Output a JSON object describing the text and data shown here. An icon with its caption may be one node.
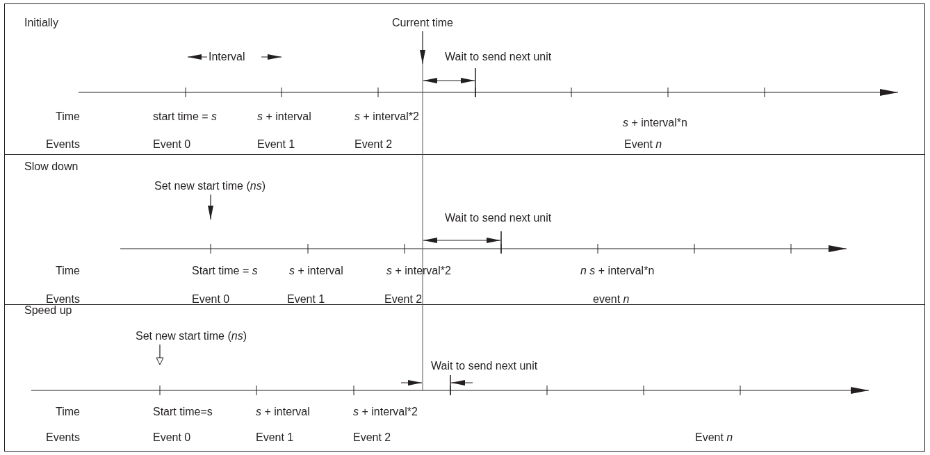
{
  "diagram": {
    "nodes": [
      {
        "text": [
          "Initially"
        ]
      },
      {
        "text": [
          "Current time"
        ],
        "in": 0
      },
      {
        "text": [
          "Slow down"
        ]
      },
      {
        "text": [
          "Set new start time (*ns*)"
        ],
        "in": 2
      },
      {
        "text": [
          "Speed up"
        ]
      },
      {
        "text": [
          "Set new start time (*ns*)"
        ],
        "in": 4
      }
    ],
    "edges": [
      {
        "from": 1,
        "to": null,
        "arrow": "to"
      },
      {
        "from": 3,
        "to": null,
        "arrow": "to"
      },
      {
        "from": 5,
        "to": null,
        "arrow": "to"
      }
    ],
    "labels": [
      "Interval",
      "Wait to send next unit",
      "Time",
      "start time = *s*",
      "*s* + interval",
      "*s* + interval*2",
      "*s* + interval*n",
      "Events",
      "Event 0",
      "Event 1",
      "Event 2",
      "Event *n*",
      "Wait to send next unit",
      "Time",
      "Start time = *s*",
      "*s* + interval",
      "*s* + interval*2",
      "*n* *s* + interval*n",
      "Events",
      "Event 0",
      "Event 1",
      "Event 2",
      "event *n*",
      "Wait to send next unit",
      "Time",
      "Start time=s",
      "*s* + interval",
      "*s* + interval*2",
      "Events",
      "Event 0",
      "Event 1",
      "Event 2",
      "Event *n*"
    ]
  }
}
